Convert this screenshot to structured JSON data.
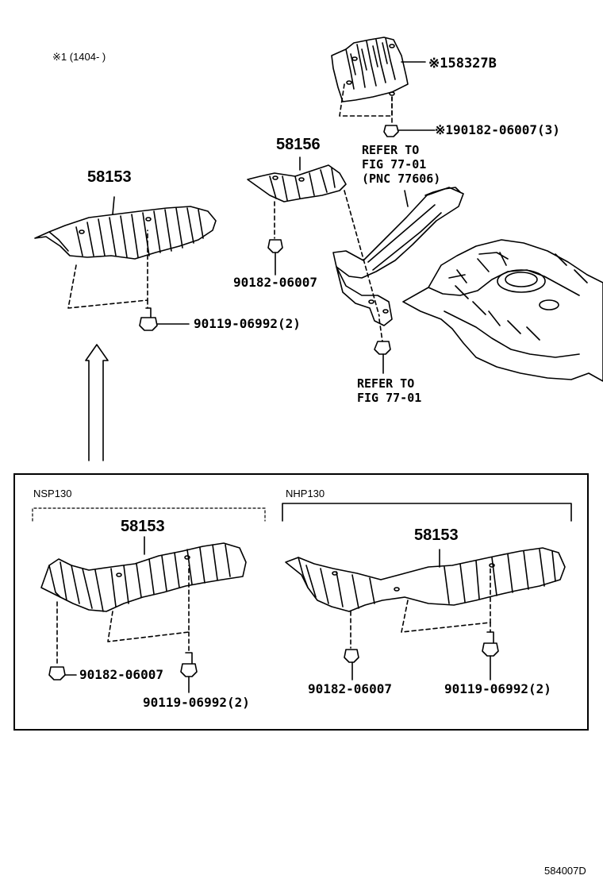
{
  "note": "※1 (1404-      )",
  "parts": {
    "cover_58327b": "※158327B",
    "nut_top": "※190182-06007(3)",
    "cover_58156": "58156",
    "nut_58156": "90182-06007",
    "cover_58153_main": "58153",
    "bolt_main": "90119-06992(2)",
    "refer_top": [
      "REFER TO",
      "FIG 77-01",
      "(PNC 77606)"
    ],
    "refer_bottom": [
      "REFER TO",
      "FIG 77-01"
    ]
  },
  "inset": {
    "left_model": "NSP130",
    "right_model": "NHP130",
    "left_cover": "58153",
    "left_nut": "90182-06007",
    "left_bolt": "90119-06992(2)",
    "right_cover": "58153",
    "right_nut": "90182-06007",
    "right_bolt": "90119-06992(2)"
  },
  "diagram_code": "584007D"
}
